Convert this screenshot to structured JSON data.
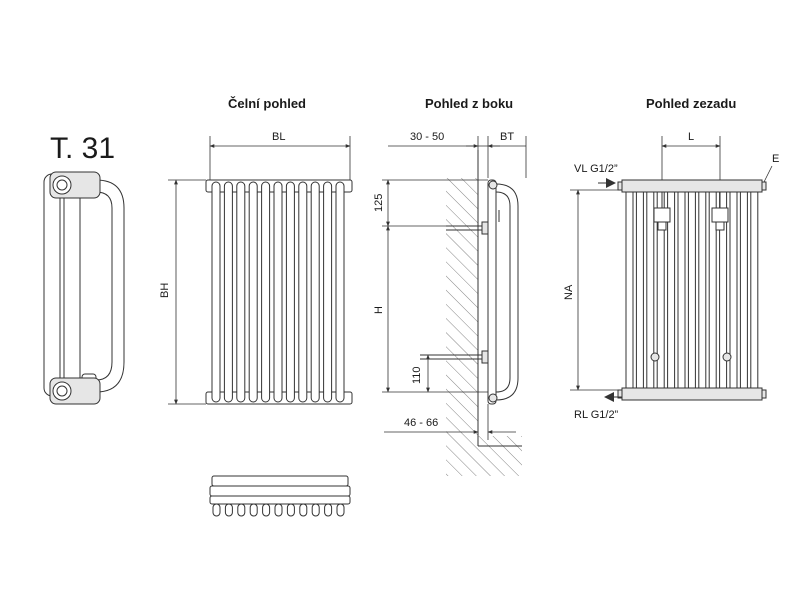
{
  "model": "T. 31",
  "views": {
    "front": "Čelní pohled",
    "side": "Pohled z boku",
    "rear": "Pohled zezadu"
  },
  "labels": {
    "bl": "BL",
    "bh": "BH",
    "wall_gap": "30 - 50",
    "bt": "BT",
    "d125": "125",
    "h": "H",
    "d110": "110",
    "d4666": "46 - 66",
    "l": "L",
    "e": "E",
    "vl": "VL G1/2”",
    "rl": "RL G1/2”",
    "na": "NA"
  }
}
